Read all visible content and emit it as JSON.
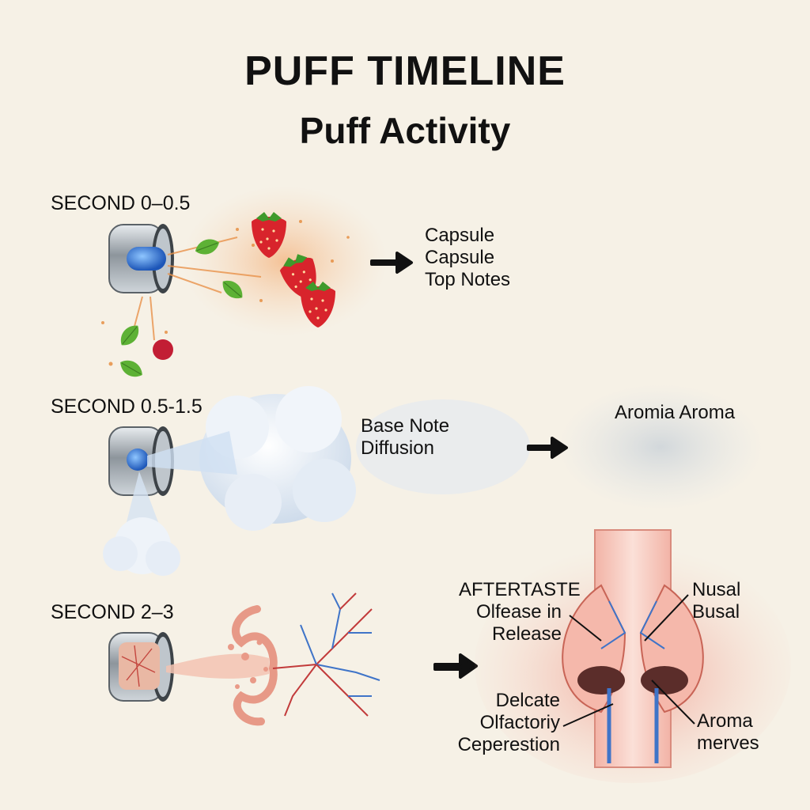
{
  "title": "PUFF TIMELINE",
  "subtitle": "Puff Activity",
  "steps": [
    {
      "label": "SECOND 0–0.5",
      "notes": [
        "Capsule\nCapsule\nTop Notes"
      ]
    },
    {
      "label": "SECOND 0.5-1.5",
      "notes": [
        "Base Note\nDiffusion",
        "Aromia Aroma"
      ]
    },
    {
      "label": "SECOND 2–3",
      "notes": [
        "AFTERTASTE\nOlfease in\nRelease",
        "Nusal\nBusal",
        "Delcate\nOlfactoriy\nCeperestion",
        "Aroma\nmerves"
      ]
    }
  ],
  "icons": [
    "capsule-icon",
    "strawberry-icon",
    "mint-leaf-icon",
    "vapor-cloud-icon",
    "arrow-right-icon",
    "nose-cross-section-icon"
  ],
  "colors": {
    "background": "#f6f1e6",
    "fruit_red": "#d8242c",
    "leaf_green": "#5db135",
    "vapor_blue": "#dfe9f4",
    "tissue_pink": "#f0a196",
    "nerve_blue": "#3f74c8"
  }
}
